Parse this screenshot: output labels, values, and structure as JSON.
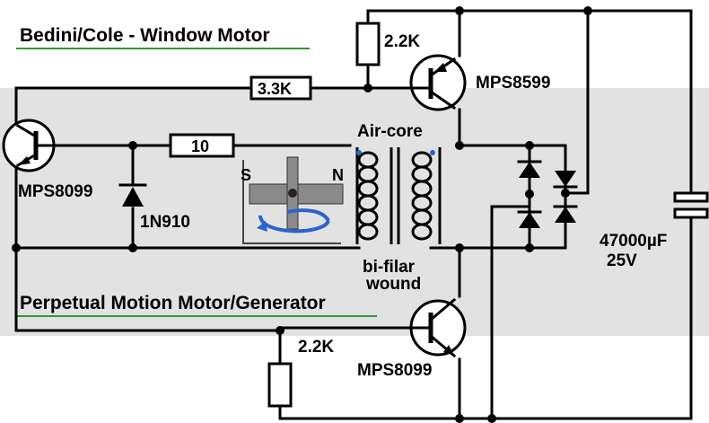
{
  "title_top": "Bedini/Cole - Window Motor",
  "title_bottom": "Perpetual Motion Motor/Generator",
  "underline_color": "#2e9a3a",
  "band_color": "#e2e2e2",
  "components": {
    "r_top": "2.2K",
    "r_mid": "3.3K",
    "r_base": "10",
    "r_bottom": "2.2K",
    "q_top": "MPS8599",
    "q_left": "MPS8099",
    "q_bottom": "MPS8099",
    "diode": "1N910",
    "coil_label": "Air-core",
    "coil_wound_1": "bi-filar",
    "coil_wound_2": "wound",
    "cap_value": "47000µF",
    "cap_voltage": "25V",
    "rotor_s": "S",
    "rotor_n": "N"
  },
  "colors": {
    "rotor_bar": "#8a8a8a",
    "rotor_arrow": "#2a63c9",
    "coil_dot": "#2a63c9"
  }
}
